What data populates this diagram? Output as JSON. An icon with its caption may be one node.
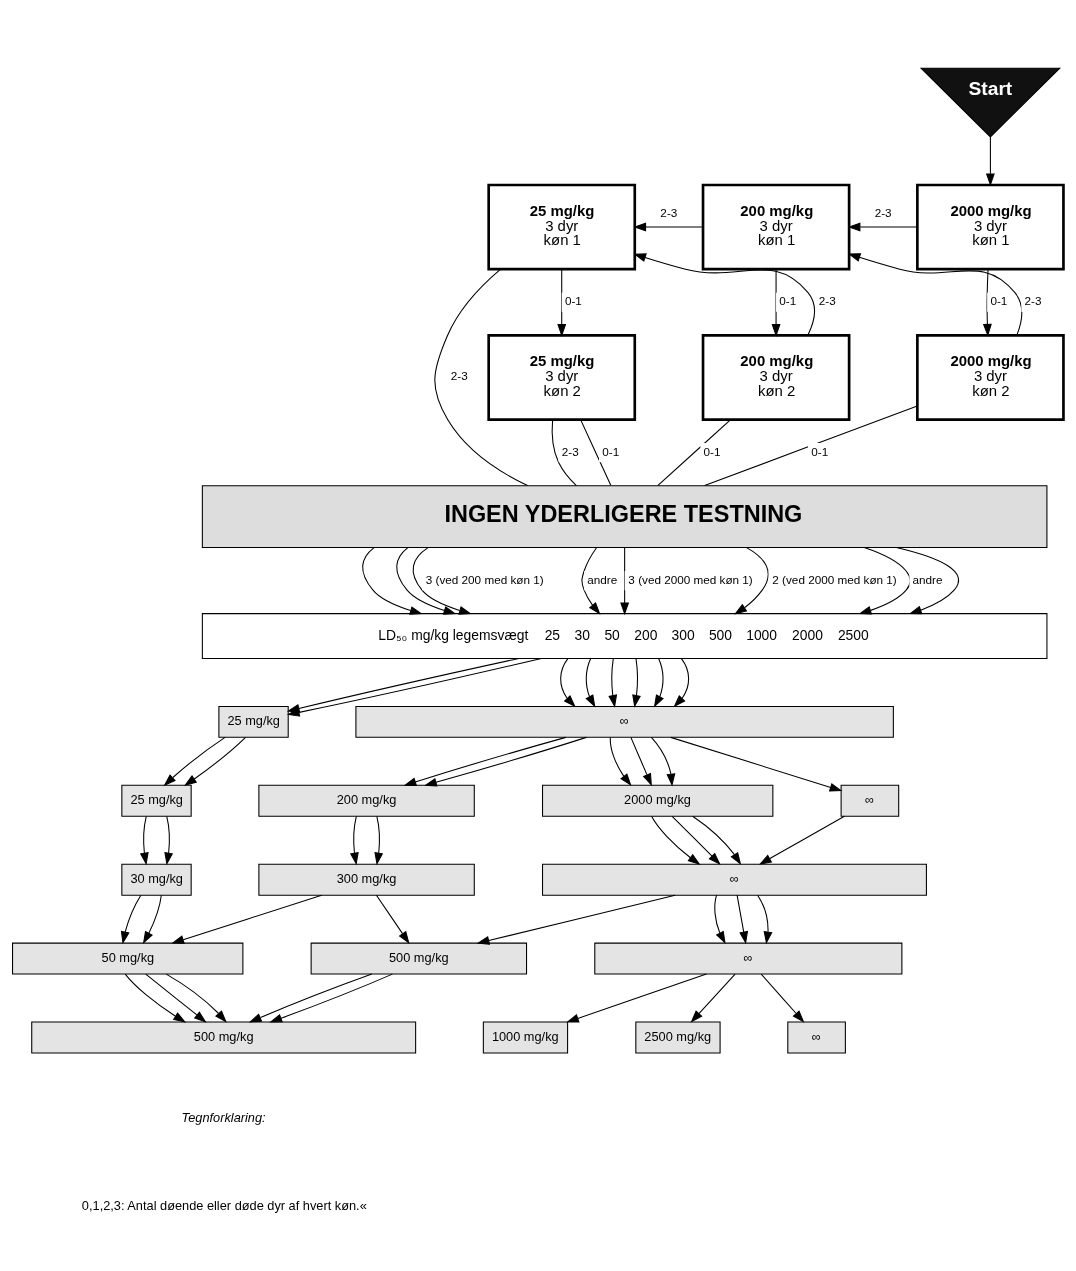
{
  "diagram": {
    "nodes": [
      {
        "text": [
          "Start"
        ]
      },
      {
        "text": [
          "25 mg/kg",
          "3 dyr",
          "køn 1"
        ]
      },
      {
        "text": [
          "200 mg/kg",
          "3 dyr",
          "køn 1"
        ]
      },
      {
        "text": [
          "2000 mg/kg",
          "3 dyr",
          "køn 1"
        ]
      },
      {
        "text": [
          "25 mg/kg",
          "3 dyr",
          "køn 2"
        ]
      },
      {
        "text": [
          "200 mg/kg",
          "3 dyr",
          "køn 2"
        ]
      },
      {
        "text": [
          "2000 mg/kg",
          "3 dyr",
          "køn 2"
        ]
      },
      {
        "text": [
          "INGEN YDERLIGERE TESTNING"
        ]
      },
      {
        "text": [
          "LD₅₀ mg/kg legemsvægt",
          "25",
          "30",
          "50",
          "200",
          "300",
          "500",
          "1000",
          "2000",
          "2500"
        ]
      },
      {
        "text": [
          "25 mg/kg"
        ]
      },
      {
        "text": [
          "∞"
        ]
      },
      {
        "text": [
          "25 mg/kg"
        ]
      },
      {
        "text": [
          "200 mg/kg"
        ]
      },
      {
        "text": [
          "2000 mg/kg"
        ]
      },
      {
        "text": [
          "∞"
        ]
      },
      {
        "text": [
          "30 mg/kg"
        ]
      },
      {
        "text": [
          "300 mg/kg"
        ]
      },
      {
        "text": [
          "∞"
        ]
      },
      {
        "text": [
          "50 mg/kg"
        ]
      },
      {
        "text": [
          "500 mg/kg"
        ]
      },
      {
        "text": [
          "∞"
        ]
      },
      {
        "text": [
          "500 mg/kg"
        ]
      },
      {
        "text": [
          "1000 mg/kg"
        ]
      },
      {
        "text": [
          "2500 mg/kg"
        ]
      },
      {
        "text": [
          "∞"
        ]
      }
    ],
    "edges": [
      {
        "from": 0,
        "to": 3,
        "arrow": "to"
      },
      {
        "from": 1,
        "to": 7,
        "label": "2-3",
        "arrow": "none"
      },
      {
        "from": 1,
        "to": 4,
        "label": "0-1",
        "arrow": "to"
      },
      {
        "from": 2,
        "to": 1,
        "label": "2-3",
        "arrow": "to"
      },
      {
        "from": 2,
        "to": 5,
        "label": "0-1",
        "arrow": "to"
      },
      {
        "from": 3,
        "to": 2,
        "label": "2-3",
        "arrow": "to"
      },
      {
        "from": 3,
        "to": 6,
        "label": "0-1",
        "arrow": "to"
      },
      {
        "from": 4,
        "to": 7,
        "label": "2-3",
        "arrow": "none"
      },
      {
        "from": 4,
        "to": 7,
        "label": "0-1",
        "arrow": "none"
      },
      {
        "from": 5,
        "to": 1,
        "label": "2-3",
        "arrow": "to"
      },
      {
        "from": 5,
        "to": 7,
        "label": "0-1",
        "arrow": "none"
      },
      {
        "from": 6,
        "to": 2,
        "label": "2-3",
        "arrow": "to"
      },
      {
        "from": 6,
        "to": 7,
        "label": "0-1",
        "arrow": "none"
      },
      {
        "from": 7,
        "to": 8,
        "arrow": "to"
      },
      {
        "from": 7,
        "to": 8,
        "arrow": "to"
      },
      {
        "from": 7,
        "to": 8,
        "label": "3 (ved 200 med køn 1)",
        "arrow": "to"
      },
      {
        "from": 7,
        "to": 8,
        "label": "andre",
        "arrow": "to"
      },
      {
        "from": 7,
        "to": 8,
        "label": "3 (ved 2000 med køn 1)",
        "arrow": "to"
      },
      {
        "from": 7,
        "to": 8,
        "label": "2 (ved 2000 med køn 1)",
        "arrow": "to"
      },
      {
        "from": 7,
        "to": 8,
        "label": "andre",
        "arrow": "to"
      },
      {
        "from": 7,
        "to": 8,
        "arrow": "to"
      },
      {
        "from": 8,
        "to": 9,
        "arrow": "to"
      },
      {
        "from": 8,
        "to": 9,
        "arrow": "to"
      },
      {
        "from": 8,
        "to": 10,
        "arrow": "to"
      },
      {
        "from": 8,
        "to": 10,
        "arrow": "to"
      },
      {
        "from": 8,
        "to": 10,
        "arrow": "to"
      },
      {
        "from": 8,
        "to": 10,
        "arrow": "to"
      },
      {
        "from": 8,
        "to": 10,
        "arrow": "to"
      },
      {
        "from": 8,
        "to": 10,
        "arrow": "to"
      },
      {
        "from": 9,
        "to": 11,
        "arrow": "to"
      },
      {
        "from": 9,
        "to": 11,
        "arrow": "to"
      },
      {
        "from": 10,
        "to": 12,
        "arrow": "to"
      },
      {
        "from": 10,
        "to": 12,
        "arrow": "to"
      },
      {
        "from": 10,
        "to": 13,
        "arrow": "to"
      },
      {
        "from": 10,
        "to": 13,
        "arrow": "to"
      },
      {
        "from": 10,
        "to": 13,
        "arrow": "to"
      },
      {
        "from": 10,
        "to": 14,
        "arrow": "to"
      },
      {
        "from": 11,
        "to": 15,
        "arrow": "to"
      },
      {
        "from": 11,
        "to": 15,
        "arrow": "to"
      },
      {
        "from": 12,
        "to": 16,
        "arrow": "to"
      },
      {
        "from": 12,
        "to": 16,
        "arrow": "to"
      },
      {
        "from": 13,
        "to": 17,
        "arrow": "to"
      },
      {
        "from": 13,
        "to": 17,
        "arrow": "to"
      },
      {
        "from": 13,
        "to": 17,
        "arrow": "to"
      },
      {
        "from": 14,
        "to": 17,
        "arrow": "to"
      },
      {
        "from": 15,
        "to": 18,
        "arrow": "to"
      },
      {
        "from": 15,
        "to": 18,
        "arrow": "to"
      },
      {
        "from": 16,
        "to": 18,
        "arrow": "to"
      },
      {
        "from": 16,
        "to": 19,
        "arrow": "to"
      },
      {
        "from": 17,
        "to": 19,
        "arrow": "to"
      },
      {
        "from": 17,
        "to": 20,
        "arrow": "to"
      },
      {
        "from": 17,
        "to": 20,
        "arrow": "to"
      },
      {
        "from": 17,
        "to": 20,
        "arrow": "to"
      },
      {
        "from": 18,
        "to": 21,
        "arrow": "to"
      },
      {
        "from": 18,
        "to": 21,
        "arrow": "to"
      },
      {
        "from": 18,
        "to": 21,
        "arrow": "to"
      },
      {
        "from": 19,
        "to": 21,
        "arrow": "to"
      },
      {
        "from": 19,
        "to": 21,
        "arrow": "to"
      },
      {
        "from": 20,
        "to": 22,
        "arrow": "to"
      },
      {
        "from": 20,
        "to": 23,
        "arrow": "to"
      },
      {
        "from": 20,
        "to": 24,
        "arrow": "to"
      }
    ],
    "labels": [
      "Tegnforklaring:",
      "0,1,2,3: Antal døende eller døde dyr af hvert køn.«"
    ]
  }
}
